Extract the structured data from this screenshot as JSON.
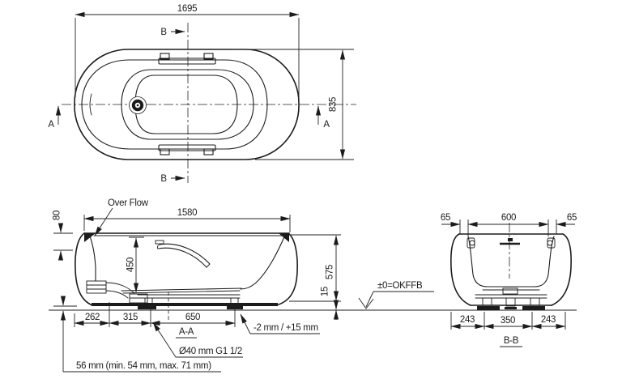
{
  "top_view": {
    "length": "1695",
    "width": "835",
    "marker_a": "A",
    "marker_b": "B"
  },
  "section_aa": {
    "label": "A-A",
    "overflow_label": "Over Flow",
    "dim_rim_height": "80",
    "dim_top_length": "1580",
    "dim_depth": "450",
    "dim_total_height": "575",
    "dim_base_gap": "15",
    "dim_overhang": "262",
    "dim_drain_offset": "315",
    "dim_feet_span": "650",
    "drain_spec": "Ø40 mm  G1 1/2",
    "tolerance_note": "-2 mm / +15 mm",
    "feet_note": "56 mm (min. 54 mm, max. 71 mm)"
  },
  "level_reference": {
    "label": "±0=OKFFB"
  },
  "section_bb": {
    "label": "B-B",
    "dim_edge": "65",
    "dim_rim_width": "600",
    "dim_foot_inset": "243",
    "dim_foot_span": "350"
  },
  "colors": {
    "line": "#1c1c1c",
    "background": "#ffffff"
  }
}
